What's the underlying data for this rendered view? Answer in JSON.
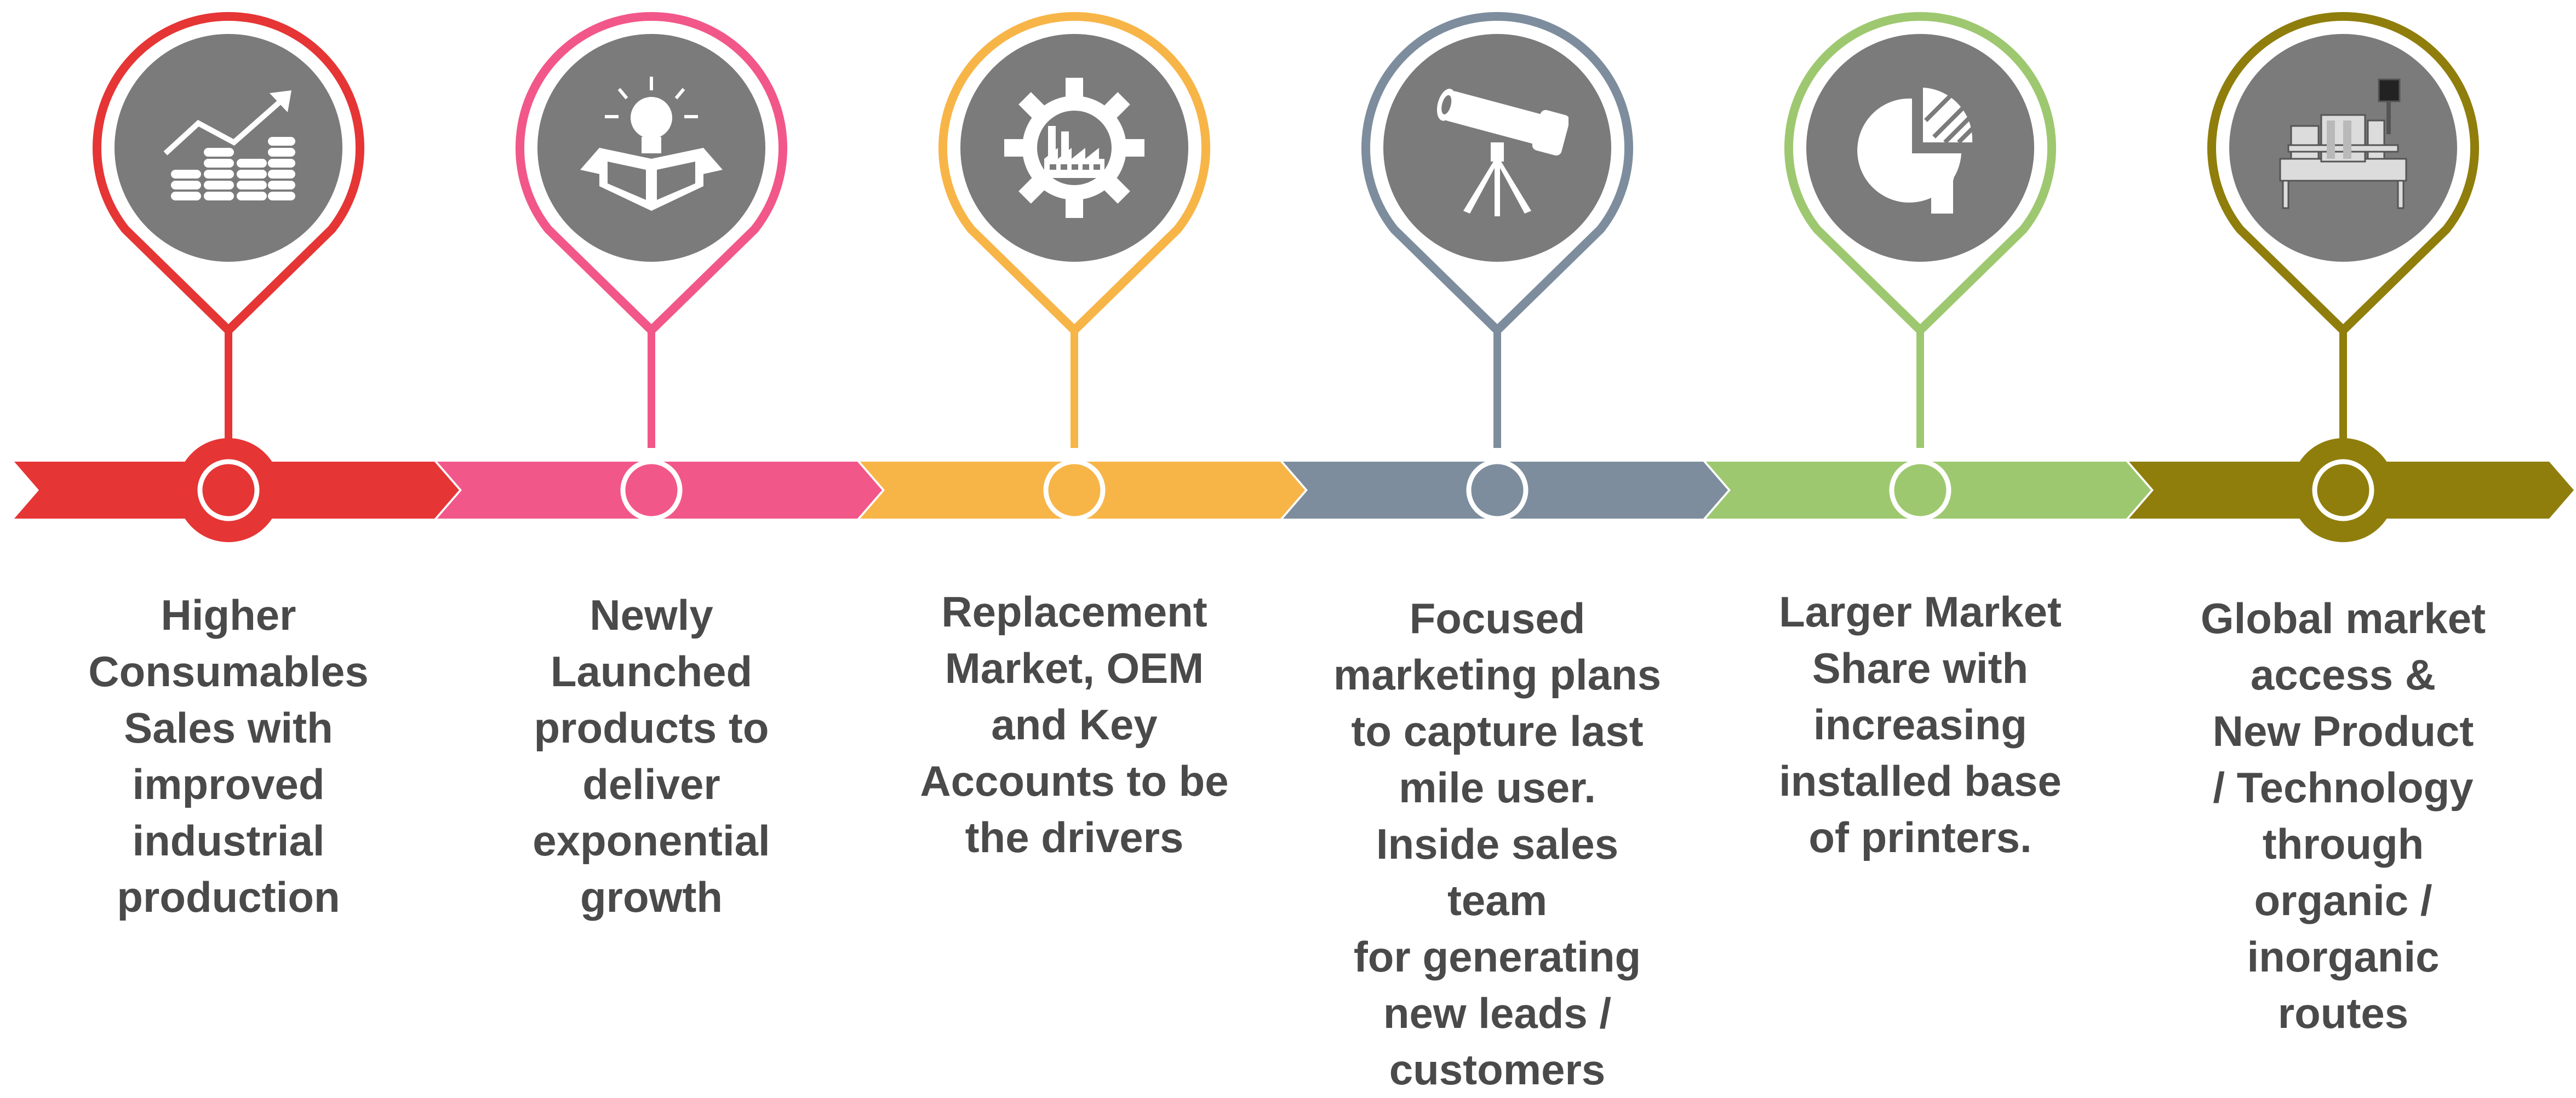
{
  "stages": [
    {
      "id": "sales",
      "color": "#e63535",
      "dot_color": "#e63535",
      "icon": "growth-coins-icon",
      "text": "Higher\nConsumables\nSales with\nimproved\nindustrial\nproduction"
    },
    {
      "id": "launch",
      "color": "#f2578a",
      "dot_color": "#f2578a",
      "icon": "idea-box-icon",
      "text": "Newly\nLaunched\nproducts to\ndeliver\nexponential\ngrowth"
    },
    {
      "id": "replacement",
      "color": "#f7b548",
      "dot_color": "#f7b548",
      "icon": "factory-gear-icon",
      "text": "Replacement\nMarket, OEM\nand Key\nAccounts to be\nthe drivers"
    },
    {
      "id": "marketing",
      "color": "#7d8d9d",
      "dot_color": "#7d8d9d",
      "icon": "telescope-icon",
      "text": "Focused\nmarketing plans\nto capture last\nmile user.\nInside sales team\nfor generating\nnew leads /\ncustomers"
    },
    {
      "id": "market-share",
      "color": "#9ec870",
      "dot_color": "#9ec870",
      "icon": "pie-chart-hand-icon",
      "text": "Larger Market\nShare with\nincreasing\ninstalled base\nof printers."
    },
    {
      "id": "global",
      "color": "#8f7e0c",
      "dot_color": "#8f7e0c",
      "icon": "industrial-printer-icon",
      "text": "Global market\naccess &\nNew Product\n/ Technology\nthrough\norganic /\ninorganic\nroutes"
    }
  ]
}
